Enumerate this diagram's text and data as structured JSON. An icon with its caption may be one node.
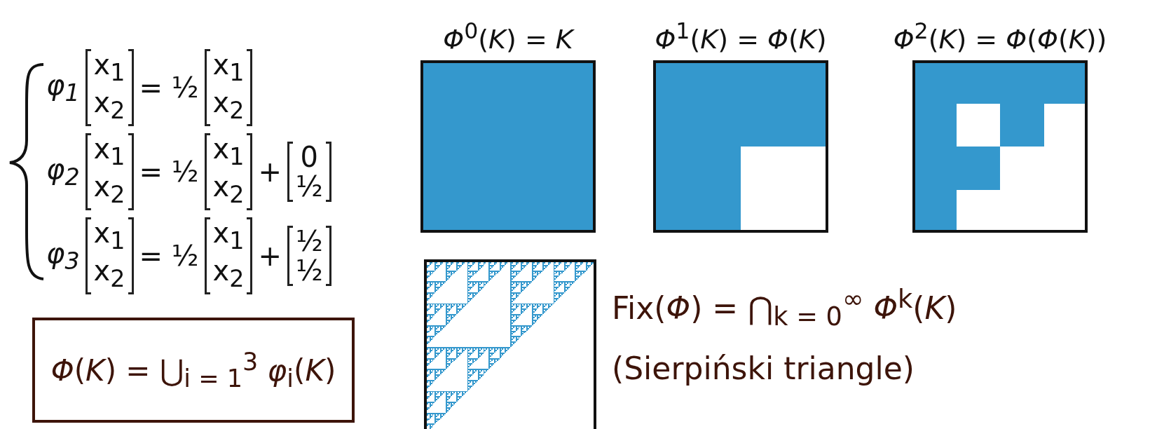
{
  "diagram": {
    "nodes": [
      {
        "text": [
          "*Φ*$^{0}$(*K*) = *K*"
        ]
      },
      {
        "text": [
          "*Φ*$^{1}$(*K*) = *Φ*(*K*)"
        ]
      },
      {
        "text": [
          "*Φ*$^{2}$(*K*) = *Φ*(*Φ*(*K*))"
        ]
      },
      {
        "text": [],
        "shape": "picture",
        "beside": [
          "Fix(*Φ*) = ⋂$_{k = 0}$$^{∞}$ *Φ*$^{k}$(*K*)",
          "(Sierpiński triangle)"
        ]
      },
      {
        "text": [
          "*Φ*(*K*) = ⋃$_{i = 1}$$^{3}$ *φ*$_{i}$(*K*)"
        ]
      }
    ],
    "edges": [],
    "labels": [
      "φ$_{1}$",
      "x$_{1}$",
      "x$_{2}$",
      "= ½",
      "x$_{1}$",
      "x$_{2}$",
      "φ$_{2}$",
      "x$_{1}$",
      "x$_{2}$",
      "= ½",
      "x$_{1}$",
      "x$_{2}$",
      "+",
      "0",
      "½",
      "φ$_{3}$",
      "x$_{1}$",
      "x$_{2}$",
      "= ½",
      "x$_{1}$",
      "x$_{2}$",
      "+",
      "½",
      "½"
    ]
  }
}
